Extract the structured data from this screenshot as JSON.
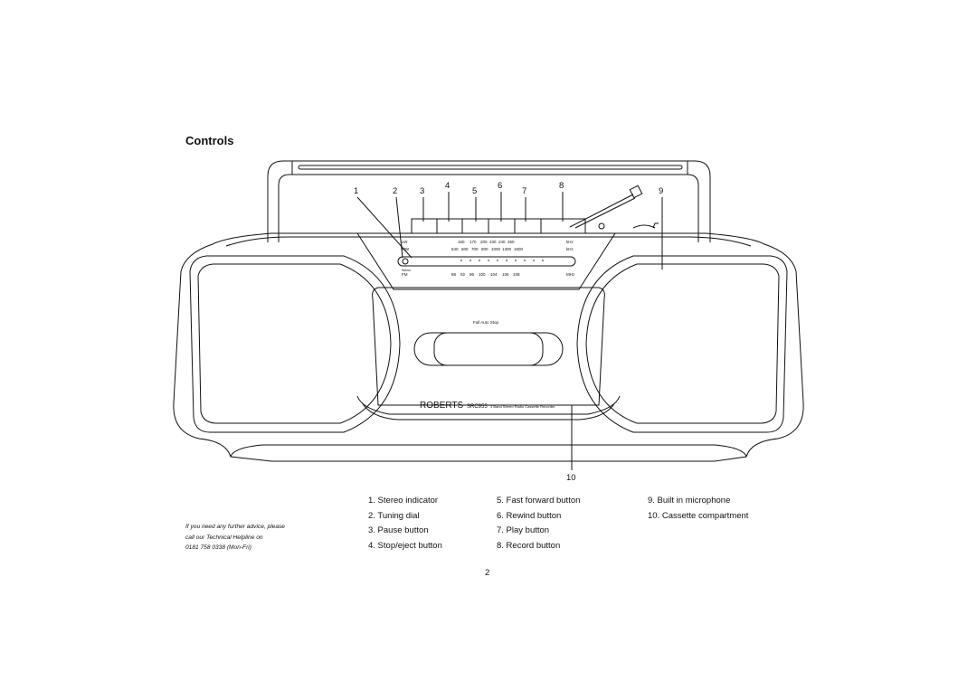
{
  "page": {
    "title": "Controls",
    "page_number": "2"
  },
  "callouts": [
    "1",
    "2",
    "3",
    "4",
    "5",
    "6",
    "7",
    "8",
    "9",
    "10"
  ],
  "device": {
    "brand": "ROBERTS",
    "model": "SRC955",
    "description": "3 Band Stereo Radio Cassette Recorder",
    "cassette_label": "Full Auto Stop",
    "dial": {
      "lw_label": "LW",
      "mw_label": "MW",
      "fm_label": "FM",
      "stereo_label": "Stereo",
      "lw_scale": [
        "150",
        "170",
        "200",
        "230",
        "240",
        "260"
      ],
      "mw_scale": [
        "540",
        "600",
        "700",
        "800",
        "1000",
        "1300",
        "1600"
      ],
      "fm_scale": [
        "88",
        "92",
        "96",
        "100",
        "104",
        "106",
        "108"
      ],
      "lw_unit": "kHz",
      "mw_unit": "kHz",
      "fm_unit": "MHz"
    }
  },
  "legend": {
    "col1": [
      "1.  Stereo indicator",
      "2.  Tuning dial",
      "3.  Pause button",
      "4.  Stop/eject button"
    ],
    "col2": [
      "5.  Fast forward button",
      "6.  Rewind button",
      "7.  Play button",
      "8.  Record button"
    ],
    "col3": [
      "9.  Built in microphone",
      "10.  Cassette compartment"
    ]
  },
  "helpline": {
    "line1": "If you need any further advice, please",
    "line2": "call our Technical Helpline on",
    "line3": "0181 758 0338 (Mon-Fri)"
  }
}
